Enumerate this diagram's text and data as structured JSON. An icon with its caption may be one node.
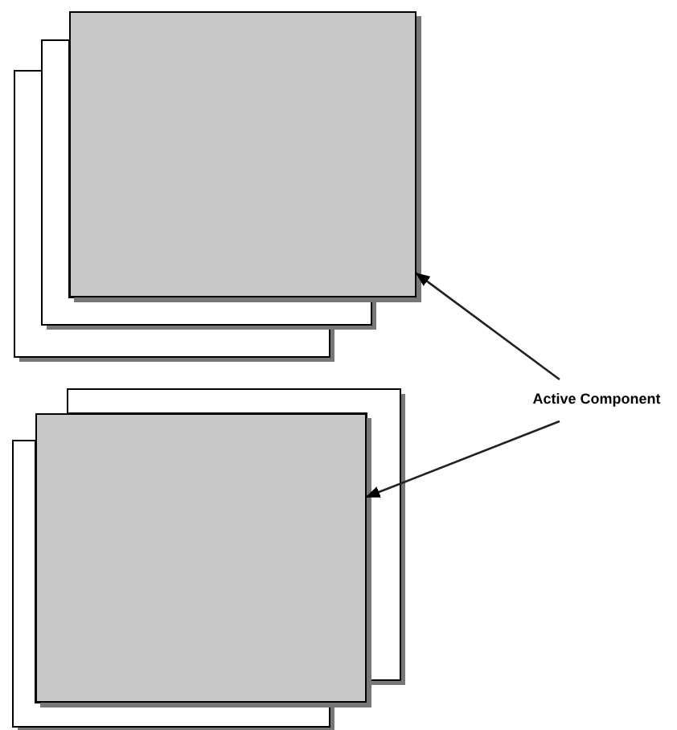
{
  "diagram": {
    "nodes": [
      {
        "text": [],
        "shape": "box"
      },
      {
        "text": [
          "Active Component"
        ]
      },
      {
        "text": [],
        "shape": "box"
      }
    ],
    "edges": [
      {
        "from": 1,
        "to": 0,
        "arrow": "to"
      },
      {
        "from": 1,
        "to": 2,
        "arrow": "to"
      }
    ]
  }
}
